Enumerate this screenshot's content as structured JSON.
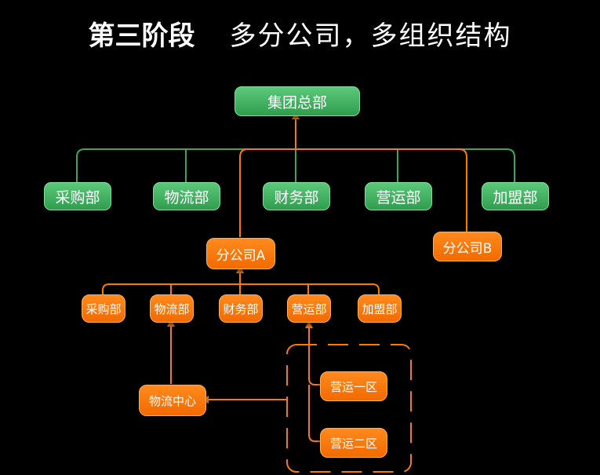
{
  "title": {
    "stage": "第三阶段",
    "subtitle": "多分公司，多组织结构"
  },
  "headquarters": "集团总部",
  "hq_departments": [
    "采购部",
    "物流部",
    "财务部",
    "营运部",
    "加盟部"
  ],
  "branch_a": {
    "label": "分公司A",
    "departments": [
      "采购部",
      "物流部",
      "财务部",
      "营运部",
      "加盟部"
    ]
  },
  "branch_b": {
    "label": "分公司B"
  },
  "logistics_center": "物流中心",
  "operation_zones": [
    "营运一区",
    "营运二区"
  ],
  "colors": {
    "green": "#3aa85a",
    "orange": "#f77a0a",
    "background": "#000000"
  }
}
